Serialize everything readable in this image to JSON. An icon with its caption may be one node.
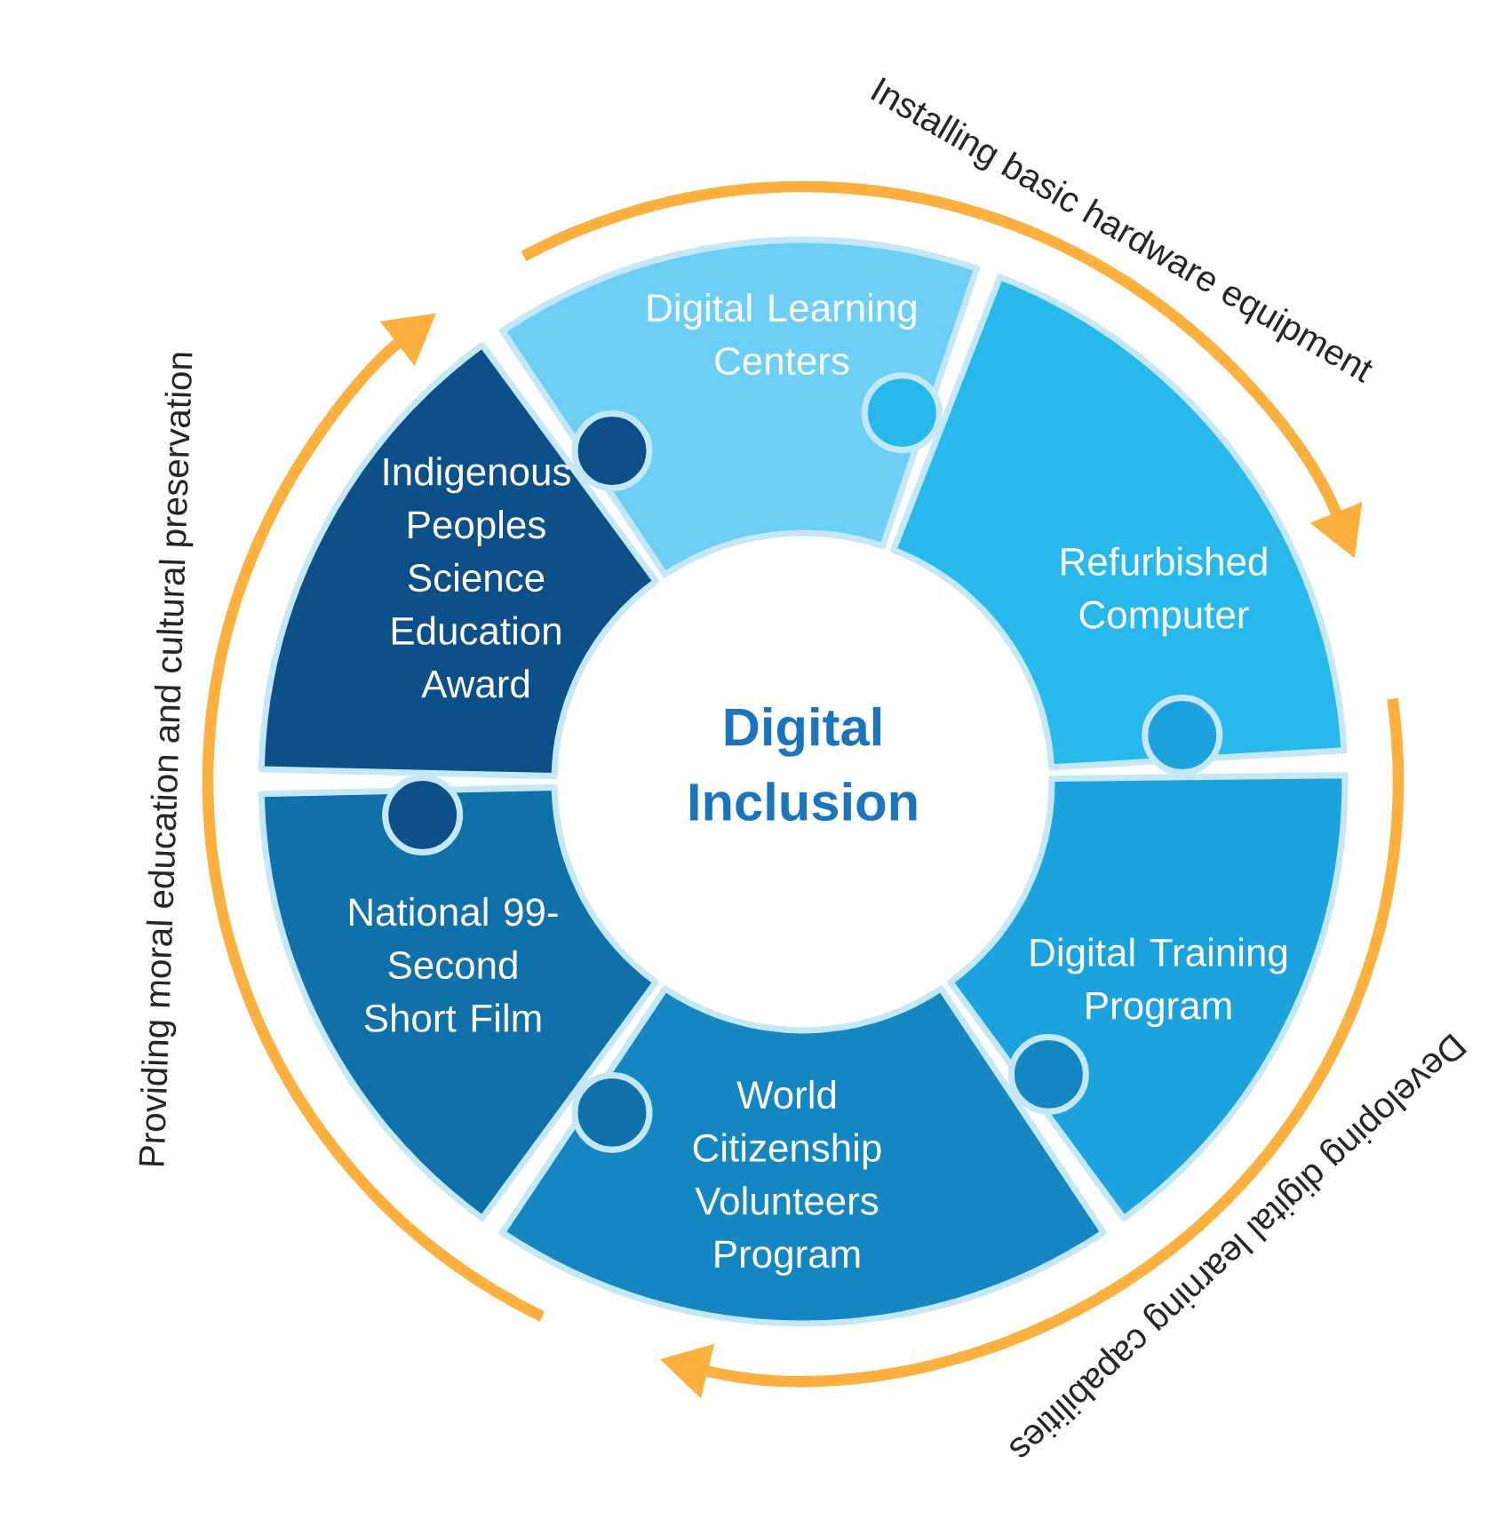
{
  "diagram": {
    "nodes": [
      {
        "text": [
          "Digital Learning Centers"
        ]
      },
      {
        "text": [
          "Refurbished Computer"
        ]
      },
      {
        "text": [
          "Digital Training Program"
        ]
      },
      {
        "text": [
          "World Citizenship Volunteers Program"
        ]
      },
      {
        "text": [
          "National 99-Second Short Film"
        ]
      },
      {
        "text": [
          "Indigenous Peoples Science Education Award"
        ]
      }
    ],
    "labels": [
      "Installing basic hardware equipment",
      "Providing moral education and cultural preservation",
      "Digital Inclusion",
      "Developing digital learning capabilities"
    ]
  }
}
